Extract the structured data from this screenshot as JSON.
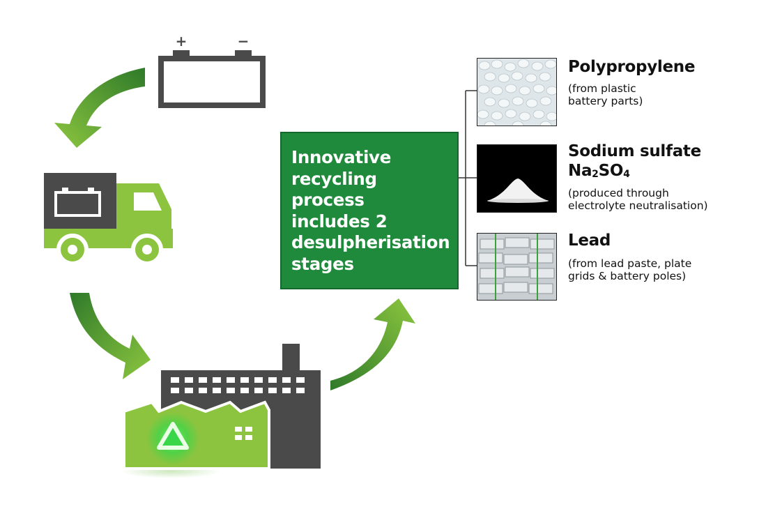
{
  "process_box": {
    "lines": [
      "Innovative",
      "recycling",
      "process",
      "includes 2",
      "desulpherisation",
      "stages"
    ]
  },
  "outputs": [
    {
      "title": "Polypropylene",
      "subtitle_lines": [
        "(from plastic",
        "battery parts)"
      ]
    },
    {
      "title": "Sodium sulfate",
      "formula": {
        "na": "Na",
        "na_sub": "2",
        "so": "SO",
        "so_sub": "4"
      },
      "subtitle_lines": [
        "(produced through",
        "electrolyte neutralisation)"
      ]
    },
    {
      "title": "Lead",
      "subtitle_lines": [
        "(from lead paste, plate",
        "grids & battery poles)"
      ]
    }
  ],
  "battery_icon": {
    "plus": "+",
    "minus": "−"
  },
  "colors": {
    "green_dark": "#1f8a3b",
    "green_light": "#8cc43f",
    "icon_gray": "#4a4a4a",
    "arrow_dark": "#2f7a2a",
    "arrow_light": "#8cc63f",
    "recycle_glow": "#39d64a"
  },
  "icons": [
    "battery-icon",
    "truck-icon",
    "factory-icon",
    "recycle-icon",
    "cycle-arrow-icon"
  ]
}
